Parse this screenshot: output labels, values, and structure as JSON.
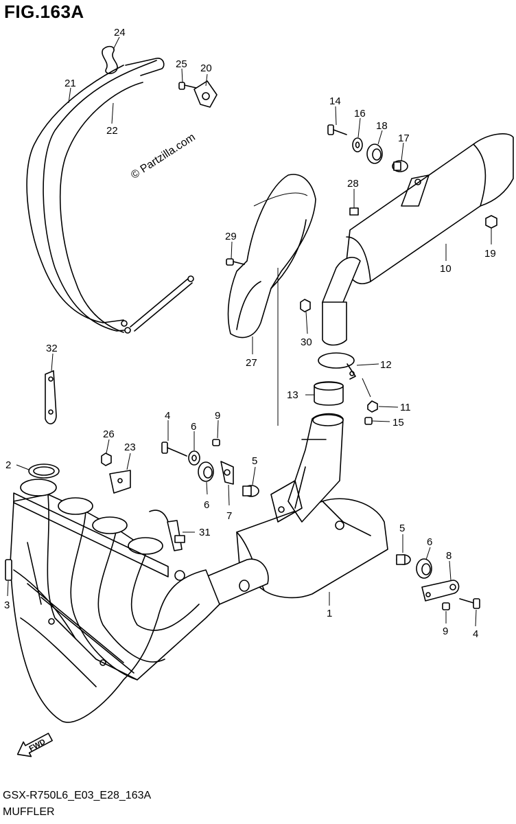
{
  "figure": {
    "title": "FIG.163A",
    "model_code": "GSX-R750L6_E03_E28_163A",
    "section_name": "MUFFLER",
    "watermark": "© Partzilla.com"
  },
  "callouts": [
    {
      "label": "24"
    },
    {
      "label": "25"
    },
    {
      "label": "20"
    },
    {
      "label": "21"
    },
    {
      "label": "22"
    },
    {
      "label": "14"
    },
    {
      "label": "16"
    },
    {
      "label": "18"
    },
    {
      "label": "17"
    },
    {
      "label": "28"
    },
    {
      "label": "29"
    },
    {
      "label": "19"
    },
    {
      "label": "10"
    },
    {
      "label": "30"
    },
    {
      "label": "27"
    },
    {
      "label": "32"
    },
    {
      "label": "12"
    },
    {
      "label": "13"
    },
    {
      "label": "11"
    },
    {
      "label": "15"
    },
    {
      "label": "4"
    },
    {
      "label": "9"
    },
    {
      "label": "26"
    },
    {
      "label": "23"
    },
    {
      "label": "6"
    },
    {
      "label": "2"
    },
    {
      "label": "5"
    },
    {
      "label": "6"
    },
    {
      "label": "7"
    },
    {
      "label": "31"
    },
    {
      "label": "5"
    },
    {
      "label": "6"
    },
    {
      "label": "8"
    },
    {
      "label": "3"
    },
    {
      "label": "1"
    },
    {
      "label": "9"
    },
    {
      "label": "4"
    }
  ],
  "fwd_arrow": {
    "label": "FWD"
  },
  "icons": {
    "fwd_arrow": "fwd-arrow-icon"
  }
}
